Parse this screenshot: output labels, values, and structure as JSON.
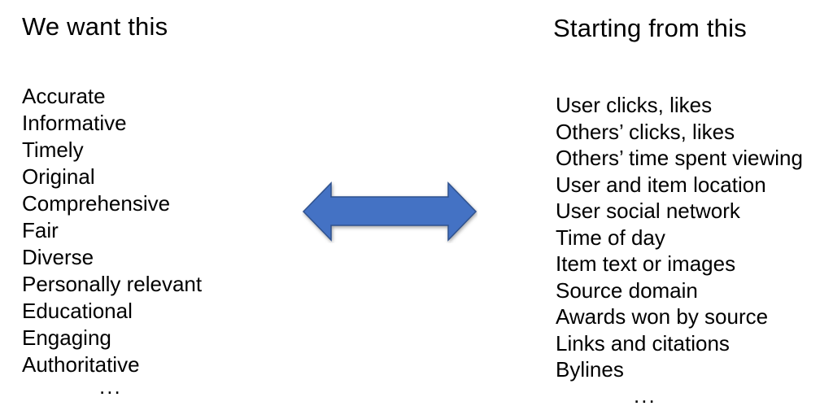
{
  "slide": {
    "background_color": "#ffffff",
    "text_color": "#000000"
  },
  "left_column": {
    "heading": "We want this",
    "items": [
      "Accurate",
      "Informative",
      "Timely",
      "Original",
      "Comprehensive",
      "Fair",
      "Diverse",
      "Personally relevant",
      "Educational",
      "Engaging",
      "Authoritative"
    ],
    "ellipsis": "..."
  },
  "right_column": {
    "heading": "Starting from this",
    "items": [
      "User clicks, likes",
      "Others’ clicks, likes",
      "Others’ time spent viewing",
      "User and item location",
      "User social network",
      "Time of day",
      "Item text or images",
      "Source domain",
      "Awards won by source",
      "Links and citations",
      "Bylines"
    ],
    "ellipsis": "..."
  },
  "arrow": {
    "type": "double-headed-horizontal-arrow",
    "fill": "#4472C4",
    "stroke": "#2F528F"
  }
}
